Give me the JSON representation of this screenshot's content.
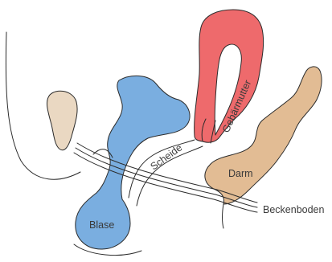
{
  "labels": {
    "blase": "Blase",
    "scheide": "Scheide",
    "gebaermutter": "Gebärmutter",
    "darm": "Darm",
    "beckenboden": "Beckenboden"
  },
  "colors": {
    "blase": "#7aaee0",
    "gebaermutter": "#ee6a6c",
    "darm": "#e2bc94",
    "small_organ": "#ead8c2",
    "outline": "#2b2b2b",
    "label_text": "#3a3a3a"
  }
}
